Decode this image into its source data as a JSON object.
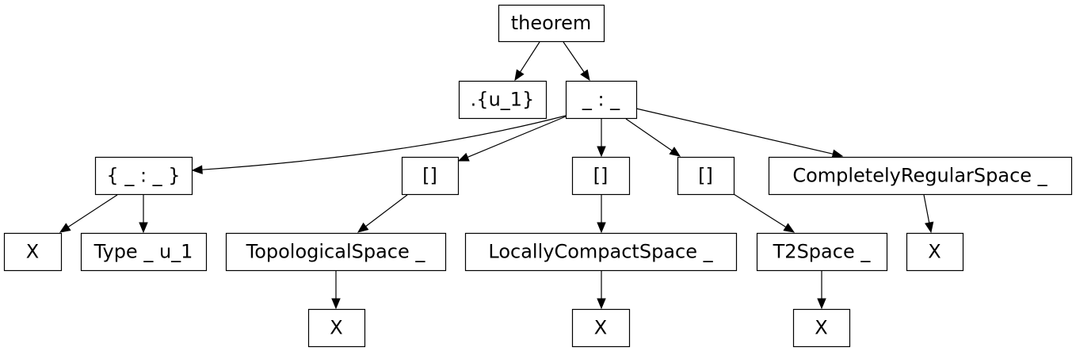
{
  "diagram": {
    "type": "tree",
    "nodes": [
      {
        "id": "n0",
        "label": "theorem"
      },
      {
        "id": "n1",
        "label": ".{u_1}"
      },
      {
        "id": "n2",
        "label": "_ : _"
      },
      {
        "id": "n3",
        "label": "{ _ : _ }"
      },
      {
        "id": "n4",
        "label": "[]"
      },
      {
        "id": "n5",
        "label": "[]"
      },
      {
        "id": "n6",
        "label": "[]"
      },
      {
        "id": "n7",
        "label": "CompletelyRegularSpace _"
      },
      {
        "id": "n8",
        "label": "X"
      },
      {
        "id": "n9",
        "label": "Type _ u_1"
      },
      {
        "id": "n10",
        "label": "TopologicalSpace _"
      },
      {
        "id": "n11",
        "label": "LocallyCompactSpace _"
      },
      {
        "id": "n12",
        "label": "T2Space _"
      },
      {
        "id": "n13",
        "label": "X"
      },
      {
        "id": "n14",
        "label": "X"
      },
      {
        "id": "n15",
        "label": "X"
      },
      {
        "id": "n16",
        "label": "X"
      }
    ],
    "edges": [
      {
        "from": "n0",
        "to": "n1"
      },
      {
        "from": "n0",
        "to": "n2"
      },
      {
        "from": "n2",
        "to": "n3"
      },
      {
        "from": "n2",
        "to": "n4"
      },
      {
        "from": "n2",
        "to": "n5"
      },
      {
        "from": "n2",
        "to": "n6"
      },
      {
        "from": "n2",
        "to": "n7"
      },
      {
        "from": "n3",
        "to": "n8"
      },
      {
        "from": "n3",
        "to": "n9"
      },
      {
        "from": "n4",
        "to": "n10"
      },
      {
        "from": "n5",
        "to": "n11"
      },
      {
        "from": "n6",
        "to": "n12"
      },
      {
        "from": "n7",
        "to": "n13"
      },
      {
        "from": "n10",
        "to": "n14"
      },
      {
        "from": "n11",
        "to": "n15"
      },
      {
        "from": "n12",
        "to": "n16"
      }
    ]
  }
}
